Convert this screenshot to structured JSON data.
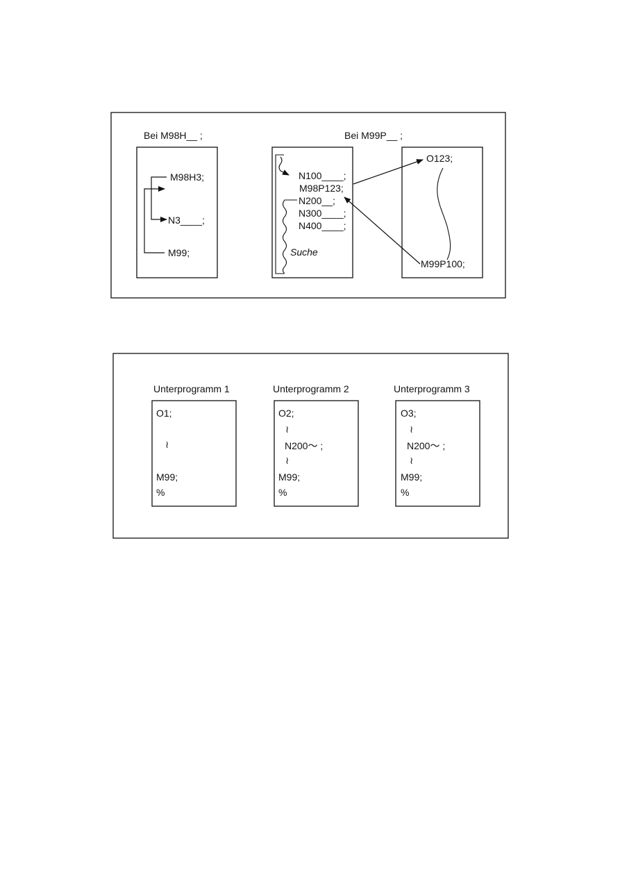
{
  "figure1": {
    "left_heading": "Bei M98H__ ;",
    "right_heading": "Bei M99P__ ;",
    "left_box": {
      "line1": "M98H3;",
      "line2": "N3____;",
      "line3": "M99;"
    },
    "middle_box": {
      "line1": "N100____;",
      "line2": "M98P123;",
      "line3": "N200__;",
      "line4": "N300____;",
      "line5": "N400____;",
      "search_label": "Suche"
    },
    "right_box": {
      "line1": "O123;",
      "line2": "M99P100;"
    }
  },
  "figure2": {
    "programs": [
      {
        "title": "Unterprogramm 1",
        "lines": [
          "O1;",
          "≀",
          "M99;",
          "%"
        ]
      },
      {
        "title": "Unterprogramm 2",
        "lines": [
          "O2;",
          "≀",
          "N200～ ;",
          "≀",
          "M99;",
          "%"
        ]
      },
      {
        "title": "Unterprogramm 3",
        "lines": [
          "O3;",
          "≀",
          "N200～ ;",
          "≀",
          "M99;",
          "%"
        ]
      }
    ]
  }
}
